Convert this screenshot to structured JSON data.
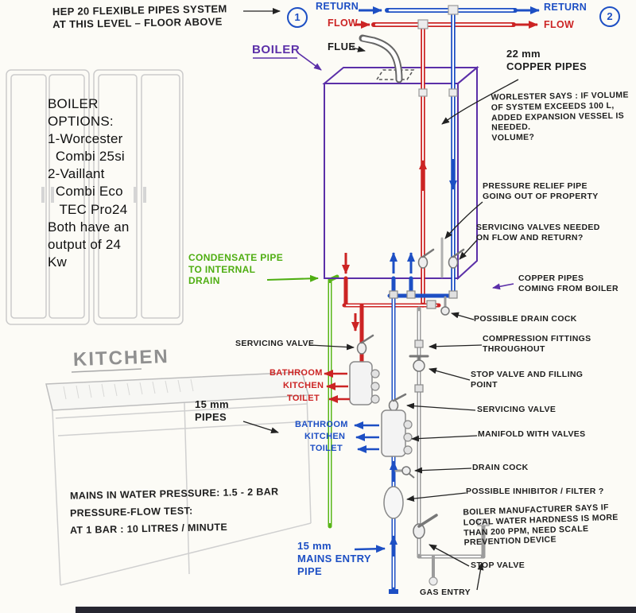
{
  "colors": {
    "flow_red": "#cc2424",
    "return_blue": "#1d4fc4",
    "boiler_purple": "#5b2fa8",
    "condensate_green": "#4fae12",
    "pencil_gray": "#c9c9c9",
    "ink_black": "#1d1d1d"
  },
  "header": {
    "hep_note": "HEP 20 FLEXIBLE PIPES SYSTEM\nAT THIS LEVEL – FLOOR ABOVE",
    "marker_1": "1",
    "marker_2": "2",
    "return_left": "RETURN",
    "flow_left": "FLOW",
    "return_right": "RETURN",
    "flow_right": "FLOW"
  },
  "boiler_area": {
    "boiler": "BOILER",
    "flue": "FLUE",
    "copper_22mm": "22 mm\nCOPPER PIPES"
  },
  "left_panel": {
    "options": "BOILER\nOPTIONS:\n1-Worcester\n  Combi 25si\n2-Vaillant\n  Combi Eco\n   TEC Pro24\nBoth have an\noutput of 24\nKw",
    "kitchen": "KITCHEN",
    "pipes_15mm": "15 mm\nPIPES",
    "mains_pressure": "MAINS IN WATER PRESSURE: 1.5 - 2 BAR",
    "pressure_flow_test": "PRESSURE-FLOW TEST:",
    "at_1_bar": "AT 1 BAR : 10 LITRES / MINUTE"
  },
  "right_notes": {
    "expansion": "WORLESTER SAYS : IF VOLUME\nOF SYSTEM EXCEEDS 100 L,\nADDED EXPANSION VESSEL IS\nNEEDED.\nVOLUME?",
    "pressure_relief": "PRESSURE RELIEF PIPE\nGOING OUT OF PROPERTY",
    "servicing_valves": "SERVICING VALVES NEEDED\nON FLOW AND RETURN?",
    "copper_from_boiler": "COPPER PIPES\nCOMING FROM BOILER",
    "possible_drain_cock": "POSSIBLE DRAIN COCK",
    "compression": "COMPRESSION FITTINGS\nTHROUGHOUT",
    "stop_valve_filling": "STOP VALVE AND FILLING\nPOINT",
    "servicing_valve": "SERVICING VALVE",
    "manifold": "MANIFOLD WITH VALVES",
    "drain_cock": "DRAIN COCK",
    "inhibitor": "POSSIBLE INHIBITOR / FILTER ?",
    "hardness": "BOILER MANUFACTURER SAYS IF\nLOCAL WATER HARDNESS IS MORE\nTHAN 200 PPM, NEED SCALE\nPREVENTION DEVICE",
    "stop_valve": "STOP VALVE",
    "gas_entry": "GAS ENTRY"
  },
  "center": {
    "condensate": "CONDENSATE PIPE\nTO INTERNAL\nDRAIN",
    "servicing_valve": "SERVICING VALVE",
    "hot_outlets": [
      "BATHROOM",
      "KITCHEN",
      "TOILET"
    ],
    "cold_outlets": [
      "BATHROOM",
      "KITCHEN",
      "TOILET"
    ],
    "mains_entry": "15 mm\nMAINS ENTRY\nPIPE"
  }
}
